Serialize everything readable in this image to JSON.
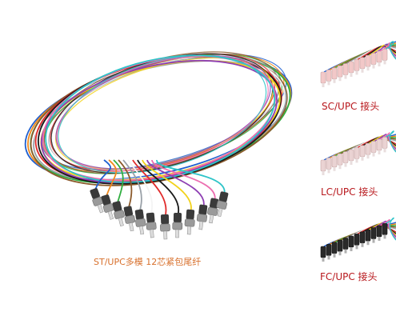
{
  "main": {
    "caption": "ST/UPC多模 12芯紧包尾纤",
    "connector_type": "ST/UPC",
    "fiber_colors": [
      "#1f5fd0",
      "#f08a1f",
      "#2fae3f",
      "#8b5a2b",
      "#9aa1a8",
      "#f4f4f4",
      "#e12b2b",
      "#1a1a1a",
      "#f2d21b",
      "#8e3fb3",
      "#ec6fb0",
      "#2ec4c8"
    ]
  },
  "variants": [
    {
      "caption": "SC/UPC 接头",
      "connector": "SC/UPC",
      "boot_color": "#f2c8c8"
    },
    {
      "caption": "LC/UPC 接头",
      "connector": "LC/UPC",
      "boot_color": "#ead3d3"
    },
    {
      "caption": "FC/UPC 接头",
      "connector": "FC/UPC",
      "boot_color": "#2a2a2a"
    }
  ],
  "colors": {
    "main_caption": "#d8702c",
    "variant_caption": "#b8181d"
  }
}
